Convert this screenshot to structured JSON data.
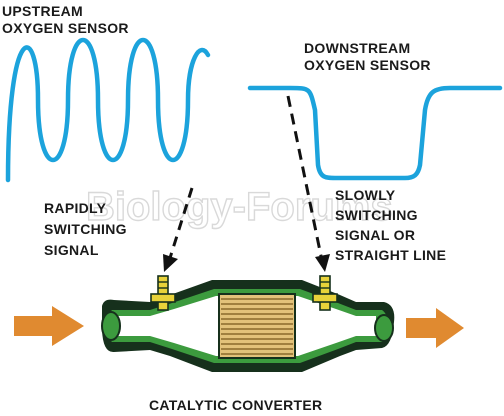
{
  "labels": {
    "upstream_line1": "UPSTREAM",
    "upstream_line2": "OXYGEN SENSOR",
    "downstream_line1": "DOWNSTREAM",
    "downstream_line2": "OXYGEN SENSOR",
    "rapid_line1": "RAPIDLY",
    "rapid_line2": "SWITCHING",
    "rapid_line3": "SIGNAL",
    "slow_line1": "SLOWLY",
    "slow_line2": "SWITCHING",
    "slow_line3": "SIGNAL OR",
    "slow_line4": "STRAIGHT LINE",
    "converter": "CATALYTIC CONVERTER"
  },
  "watermark": "Biology-Forums",
  "colors": {
    "signal": "#1ca3dc",
    "arrow": "#e08a30",
    "pipe_dark": "#16301c",
    "pipe_green": "#3c9b3e",
    "substrate": "#e3c27a",
    "sensor_yellow": "#e8d23a",
    "text": "#1a1a1a"
  },
  "icons": {
    "flow_in": "right-arrow-icon",
    "flow_out": "right-arrow-icon"
  }
}
